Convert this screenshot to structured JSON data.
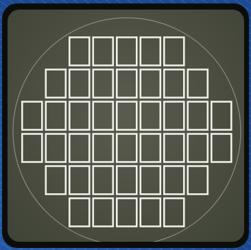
{
  "image": {
    "subject": "wafer-die-grid",
    "colors": {
      "background": "#1f4f9a",
      "frame": "#0c0d0b",
      "surface": "#50534a",
      "grid_lines": "#eef0ea",
      "wafer_edge": "#8a8c82"
    },
    "die_rows": [
      5,
      7,
      9,
      9,
      7,
      5
    ]
  }
}
